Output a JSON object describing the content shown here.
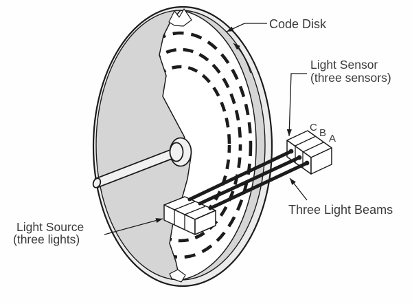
{
  "labels": {
    "code_disk": "Code Disk",
    "light_sensor_line1": "Light Sensor",
    "light_sensor_line2": "(three sensors)",
    "three_light_beams": "Three Light Beams",
    "light_source_line1": "Light Source",
    "light_source_line2": "(three lights)"
  },
  "sensor_channels": [
    "C",
    "B",
    "A"
  ],
  "colors": {
    "line": "#1c1c1c",
    "text": "#3a3a3a",
    "disk_face": "#d5d5d5",
    "disk_rim": "#ebebeb",
    "metal": "#f1f1f1",
    "box": "#ffffff",
    "cutout": "#ffffff",
    "background": "#fefefe"
  }
}
